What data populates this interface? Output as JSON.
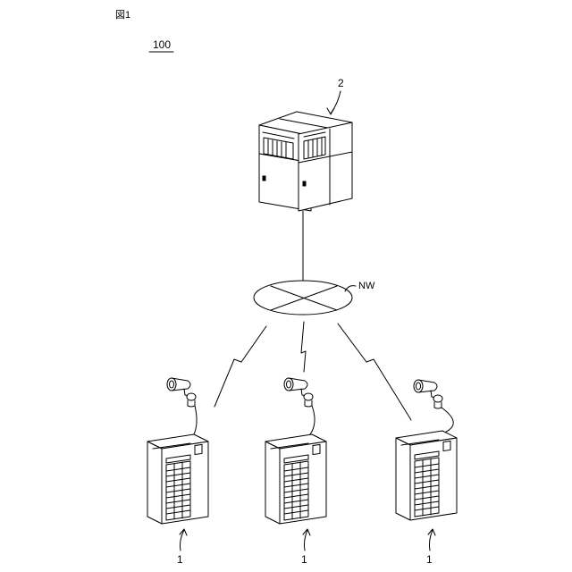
{
  "figure": {
    "fig_label": "図1",
    "system_ref": "100",
    "server_ref": "2",
    "network_label": "NW",
    "terminal_ref": "1"
  },
  "nodes": [
    {
      "id": "server",
      "ref": "2",
      "icon": "server-rack-icon"
    },
    {
      "id": "network",
      "label": "NW",
      "icon": "network-cloud-icon"
    },
    {
      "id": "terminal-1",
      "ref": "1",
      "icon": "computer-tower-icon",
      "camera_icon": "security-camera-icon"
    },
    {
      "id": "terminal-2",
      "ref": "1",
      "icon": "computer-tower-icon",
      "camera_icon": "security-camera-icon"
    },
    {
      "id": "terminal-3",
      "ref": "1",
      "icon": "computer-tower-icon",
      "camera_icon": "security-camera-icon"
    }
  ],
  "connections": [
    {
      "from": "server",
      "to": "network",
      "type": "wired"
    },
    {
      "from": "network",
      "to": "terminal-1",
      "type": "wireless"
    },
    {
      "from": "network",
      "to": "terminal-2",
      "type": "wireless"
    },
    {
      "from": "network",
      "to": "terminal-3",
      "type": "wireless"
    }
  ]
}
